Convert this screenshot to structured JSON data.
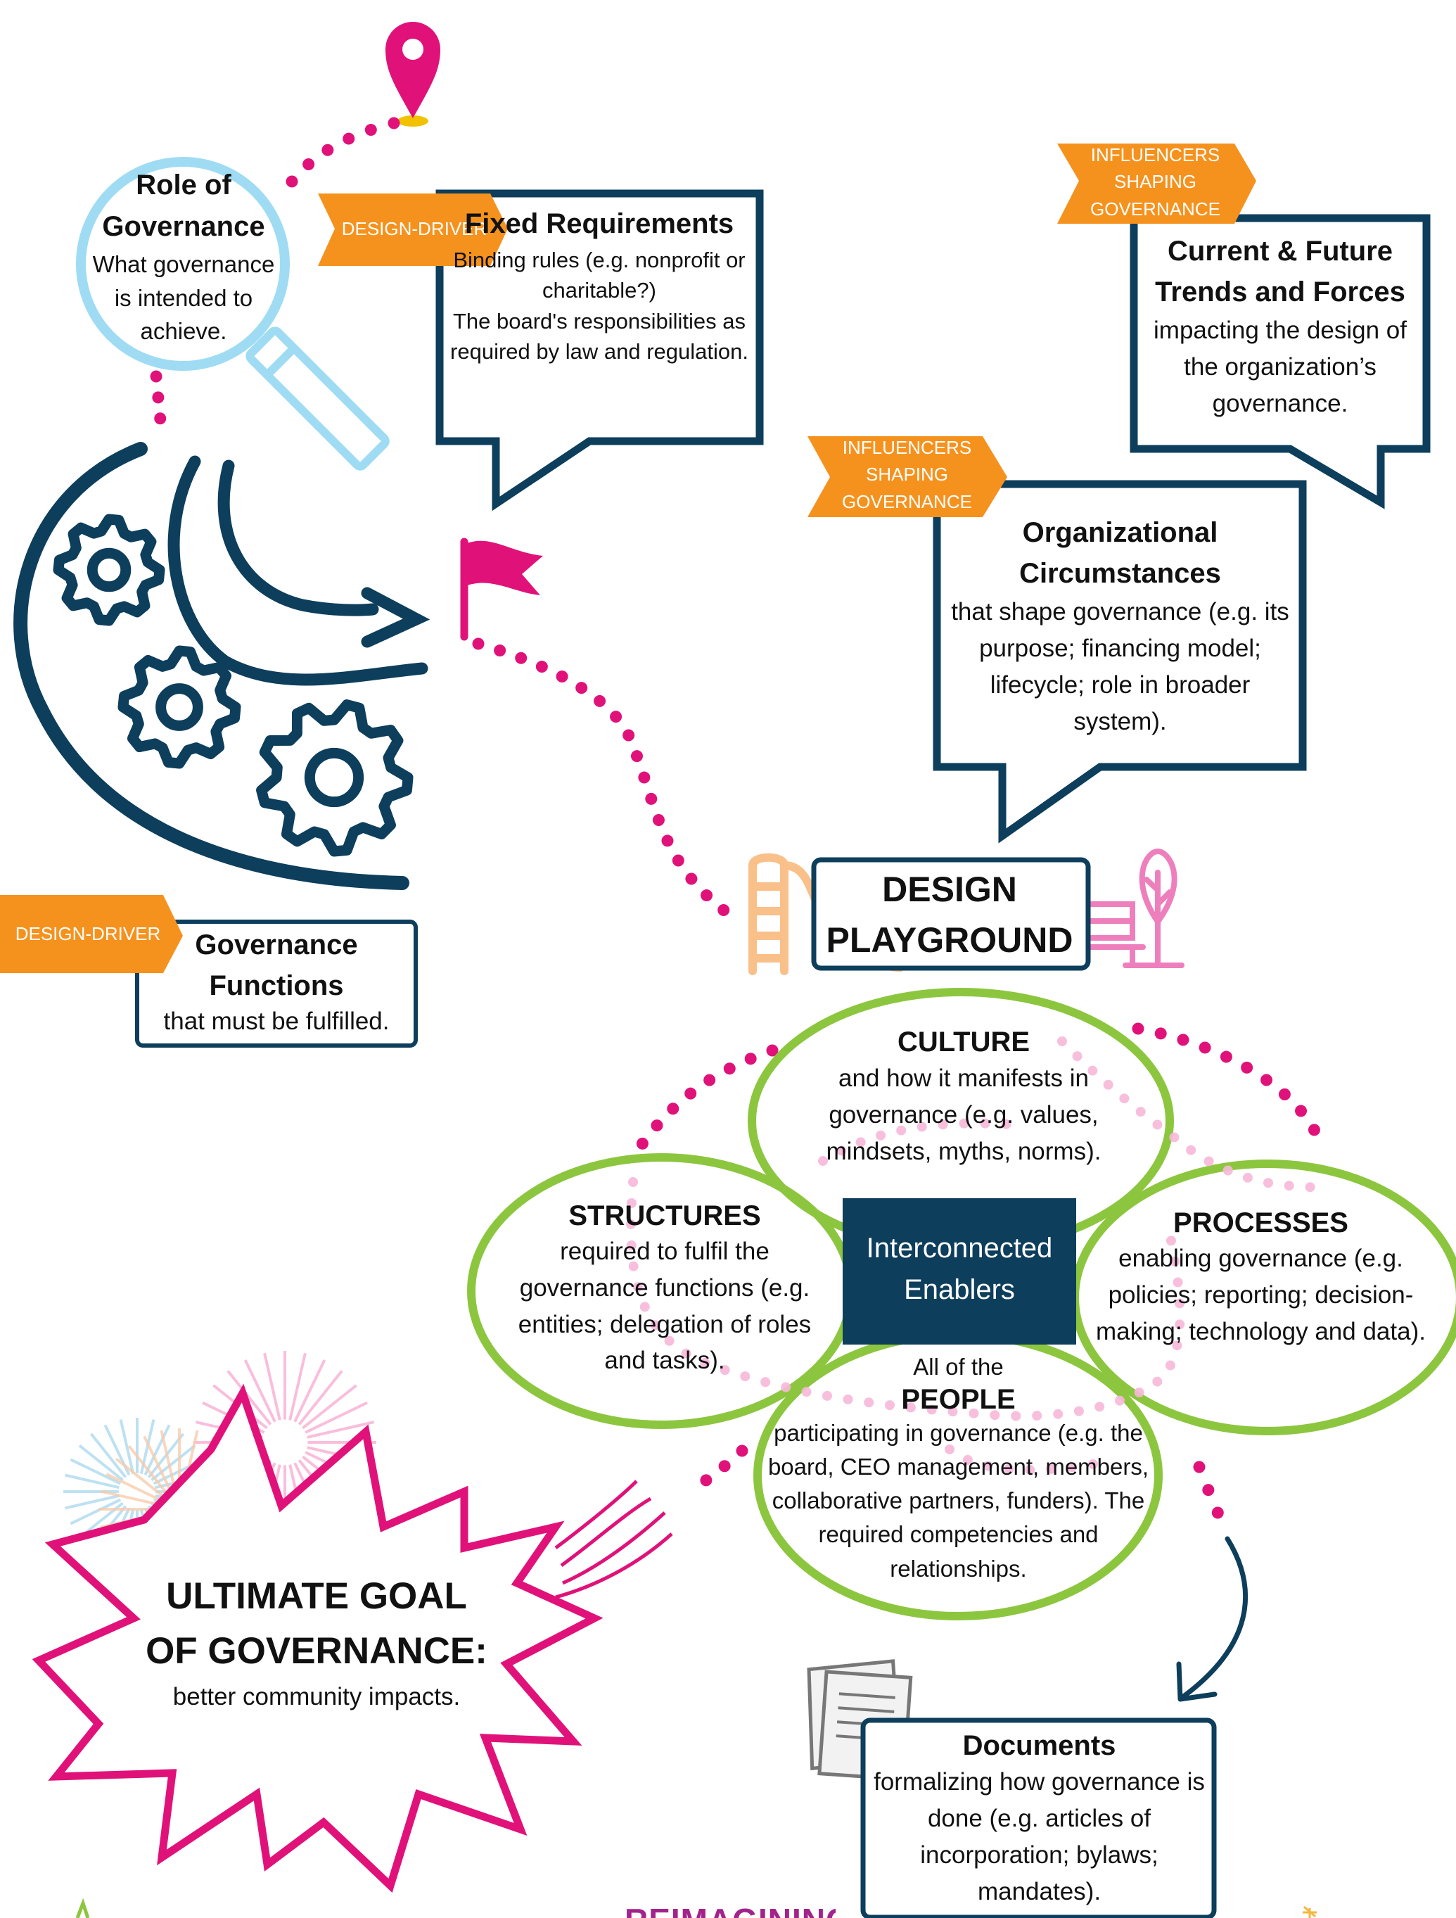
{
  "colors": {
    "navy": "#0d3e5c",
    "orange": "#f5921e",
    "magenta": "#e0127a",
    "green": "#8cc63f",
    "lightblue": "#9fdcf3",
    "peach": "#f9c08a",
    "pink": "#ee7fbd"
  },
  "role": {
    "title": "Role of Governance",
    "text": "What governance is intended to achieve."
  },
  "fixed": {
    "tag": "DESIGN-DRIVER",
    "title": "Fixed Requirements",
    "text1": "Binding rules (e.g. nonprofit or charitable?)",
    "text2": "The board's responsibilities as required by law and regulation."
  },
  "trends": {
    "tag": "INFLUENCERS SHAPING GOVERNANCE",
    "title": "Current & Future Trends and Forces",
    "text": "impacting the design of the organization’s governance."
  },
  "org": {
    "tag": "INFLUENCERS SHAPING GOVERNANCE",
    "title": "Organizational Circumstances",
    "text": "that shape governance (e.g. its purpose; financing model; lifecycle; role in broader system)."
  },
  "functions": {
    "tag": "DESIGN-DRIVER",
    "title": "Governance Functions",
    "text": "that must be fulfilled."
  },
  "playground": {
    "title": "DESIGN PLAYGROUND"
  },
  "culture": {
    "title": "CULTURE",
    "text": "and how it manifests in governance (e.g. values, mindsets, myths, norms)."
  },
  "structures": {
    "title": "STRUCTURES",
    "text": "required to fulfil the governance functions (e.g. entities; delegation of roles and tasks)."
  },
  "processes": {
    "title": "PROCESSES",
    "text": "enabling governance (e.g. policies; reporting; decision-making; technology and data)."
  },
  "people": {
    "pre": "All of the",
    "title": "PEOPLE",
    "text": "participating in governance (e.g. the board, CEO management, members, collaborative partners, funders). The required competencies and relationships."
  },
  "center": {
    "text": "Interconnected Enablers"
  },
  "goal": {
    "title": "ULTIMATE GOAL OF GOVERNANCE:",
    "text": "better community impacts."
  },
  "documents": {
    "title": "Documents",
    "text": "formalizing how governance is done (e.g. articles of incorporation; bylaws; mandates)."
  },
  "footer": {
    "text": "REIMAGINING"
  }
}
